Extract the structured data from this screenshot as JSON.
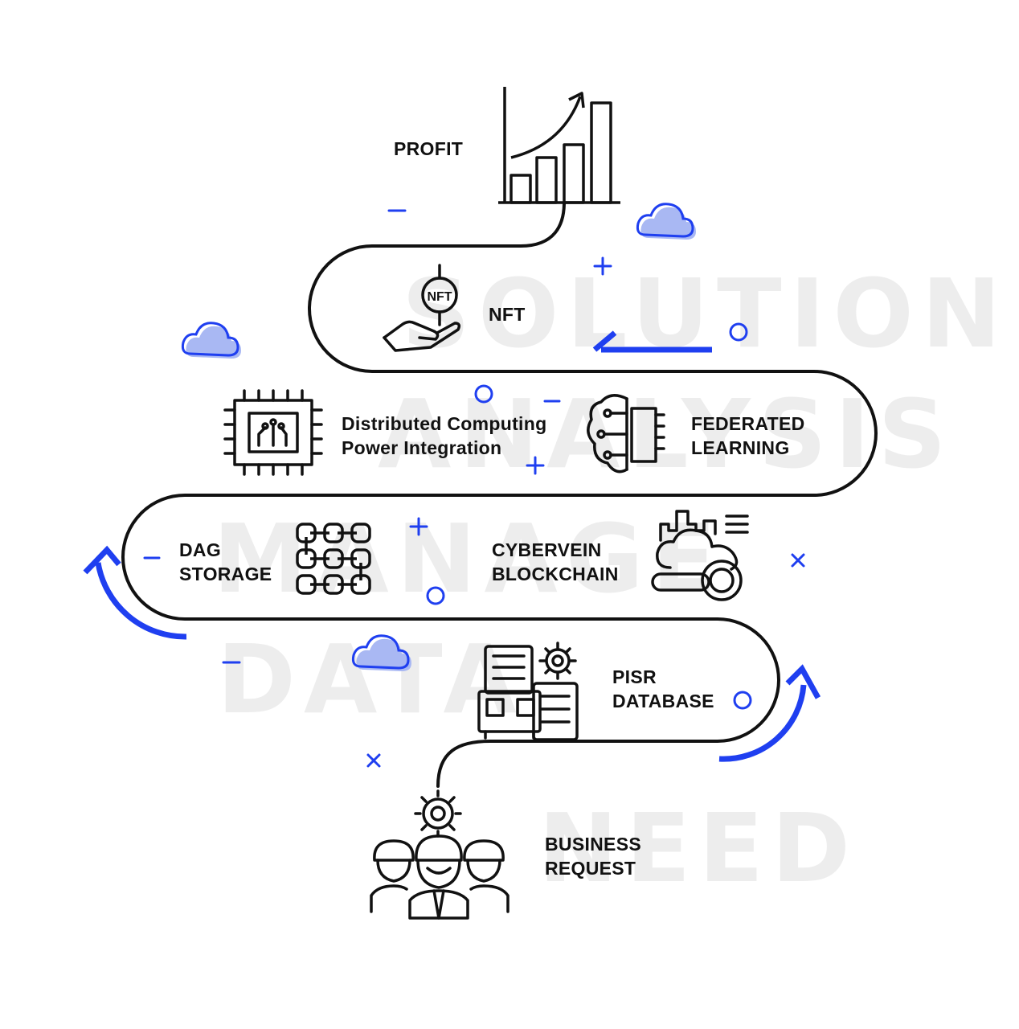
{
  "watermark": {
    "line1": "SOLUTION",
    "line2": "ANALYSIS",
    "line3": "MANAGE",
    "line4": "DATA",
    "line5": "NEED"
  },
  "steps": {
    "profit": "PROFIT",
    "nft": "NFT",
    "nft_badge": "NFT",
    "distributed_1": "Distributed Computing",
    "distributed_2": "Power Integration",
    "federated_1": "FEDERATED",
    "federated_2": "LEARNING",
    "dag_1": "DAG",
    "dag_2": "STORAGE",
    "cybervein_1": "CYBERVEIN",
    "cybervein_2": "BLOCKCHAIN",
    "pisr_1": "PISR",
    "pisr_2": "DATABASE",
    "business_1": "BUSINESS",
    "business_2": "REQUEST"
  },
  "colors": {
    "accent": "#1f3ff0",
    "line": "#111111",
    "cloud": "#a9b8f3",
    "watermark": "#ededed"
  },
  "icons": [
    "bar-chart-icon",
    "nft-hand-icon",
    "chip-icon",
    "brain-chip-icon",
    "chain-blocks-icon",
    "cloud-search-icon",
    "server-gear-icon",
    "team-gear-icon",
    "cloud-icon"
  ]
}
